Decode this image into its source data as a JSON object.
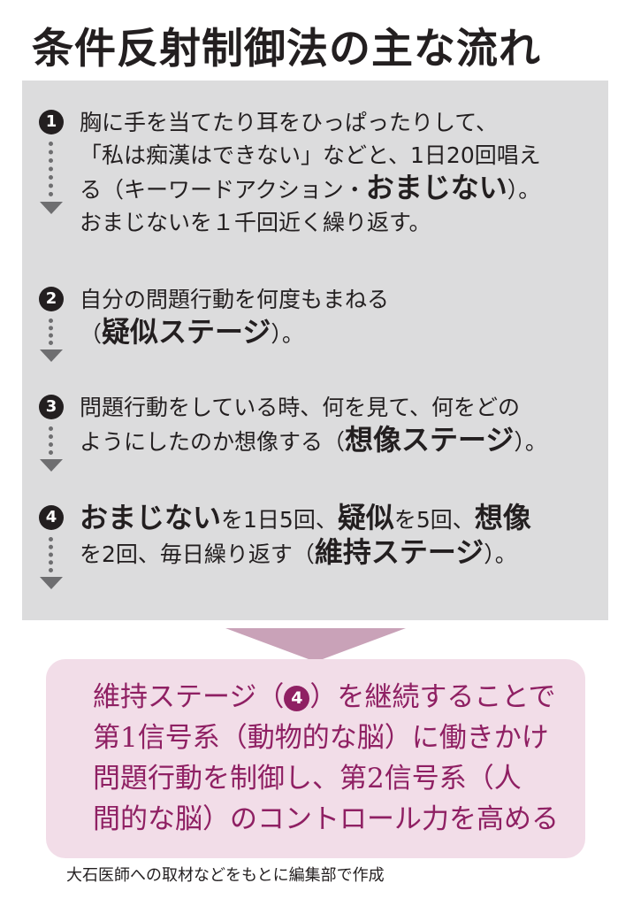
{
  "title": "条件反射制御法の主な流れ",
  "steps": [
    {
      "number": "1",
      "lines": [
        [
          {
            "text": "胸に手を当てたり耳をひっぱったりして、",
            "em": false
          }
        ],
        [
          {
            "text": "「私は痴漢はできない」などと、1日20回唱え",
            "em": false
          }
        ],
        [
          {
            "text": "る（キーワードアクション・",
            "em": false
          },
          {
            "text": "おまじない",
            "em": true
          },
          {
            "text": "）。",
            "em": false
          }
        ],
        [
          {
            "text": "おまじないを１千回近く繰り返す。",
            "em": false
          }
        ]
      ]
    },
    {
      "number": "2",
      "lines": [
        [
          {
            "text": "自分の問題行動を何度もまねる",
            "em": false
          }
        ],
        [
          {
            "text": "（",
            "em": false
          },
          {
            "text": "疑似ステージ",
            "em": true
          },
          {
            "text": "）。",
            "em": false
          }
        ]
      ]
    },
    {
      "number": "3",
      "lines": [
        [
          {
            "text": "問題行動をしている時、何を見て、何をどの",
            "em": false
          }
        ],
        [
          {
            "text": "ようにしたのか想像する（",
            "em": false
          },
          {
            "text": "想像ステージ",
            "em": true
          },
          {
            "text": "）。",
            "em": false
          }
        ]
      ]
    },
    {
      "number": "4",
      "lines": [
        [
          {
            "text": "おまじない",
            "em": true
          },
          {
            "text": "を1日5回、",
            "em": false
          },
          {
            "text": "疑似",
            "em": true
          },
          {
            "text": "を5回、",
            "em": false
          },
          {
            "text": "想像",
            "em": true
          }
        ],
        [
          {
            "text": "を2回、毎日繰り返す（",
            "em": false
          },
          {
            "text": "維持ステージ",
            "em": true
          },
          {
            "text": "）。",
            "em": false
          }
        ]
      ]
    }
  ],
  "conclusion": {
    "line1_before": "維持ステージ（",
    "line1_number": "4",
    "line1_after": "）を継続することで",
    "line2": "第1信号系（動物的な脳）に働きかけ",
    "line3": "問題行動を制御し、第2信号系（人",
    "line4": "間的な脳）のコントロール力を高める"
  },
  "credit": "大石医師への取材などをもとに編集部で作成",
  "colors": {
    "panel_gray": "#dcdcdd",
    "pink_background": "#f2dde8",
    "pink_text": "#8f2063",
    "arrow_gray": "#6e6e70",
    "big_arrow": "#c9a2b8"
  }
}
